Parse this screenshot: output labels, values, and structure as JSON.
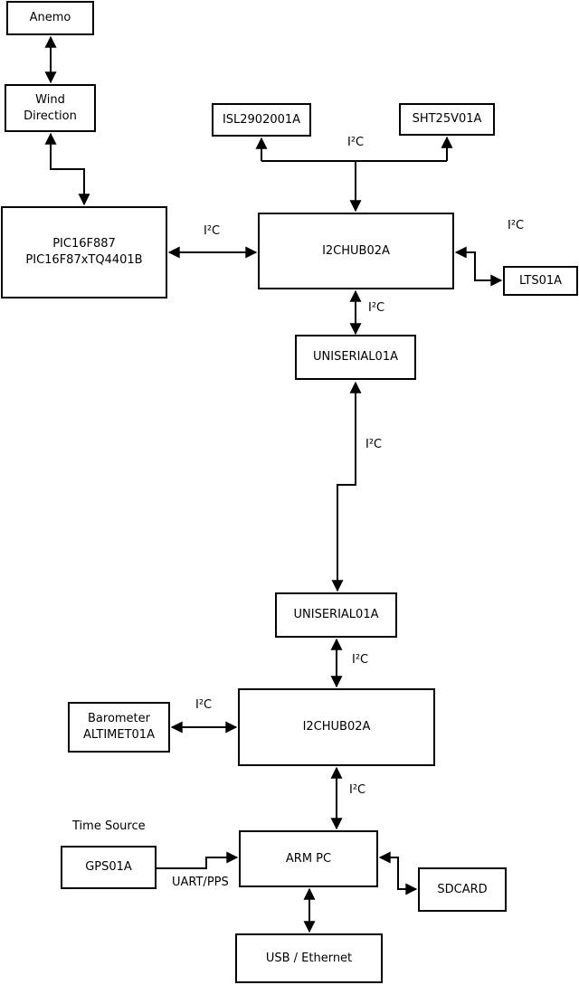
{
  "diagram": {
    "nodes": {
      "anemo": {
        "label": "Anemo"
      },
      "wind_direction": {
        "label": "Wind\nDirection"
      },
      "pic": {
        "label": "PIC16F887\nPIC16F87xTQ4401B"
      },
      "isl": {
        "label": "ISL2902001A"
      },
      "sht": {
        "label": "SHT25V01A"
      },
      "i2c_hub_top": {
        "label": "I2CHUB02A"
      },
      "lts": {
        "label": "LTS01A"
      },
      "uniserial_top": {
        "label": "UNISERIAL01A"
      },
      "uniserial_bottom": {
        "label": "UNISERIAL01A"
      },
      "i2c_hub_bottom": {
        "label": "I2CHUB02A"
      },
      "barometer": {
        "label": "Barometer\nALTIMET01A"
      },
      "gps": {
        "label": "GPS01A"
      },
      "arm_pc": {
        "label": "ARM PC"
      },
      "sdcard": {
        "label": "SDCARD"
      },
      "usb_ethernet": {
        "label": "USB / Ethernet"
      }
    },
    "edge_labels": {
      "i2c_sensor_bus": "I²C",
      "i2c_pic_hub": "I²C",
      "i2c_hub_lts": "I²C",
      "i2c_hub_uniserial_top": "I²C",
      "i2c_uniserial_link": "I²C",
      "i2c_uniserial_hub_bottom": "I²C",
      "i2c_barometer_hub": "I²C",
      "i2c_hub_armpc": "I²C",
      "time_source_caption": "Time Source",
      "uart_pps": "UART/PPS"
    },
    "colors": {
      "line": "#000000",
      "node_fill": "#ffffff",
      "node_border": "#000000",
      "background": "#ffffff",
      "text": "#000000"
    }
  }
}
